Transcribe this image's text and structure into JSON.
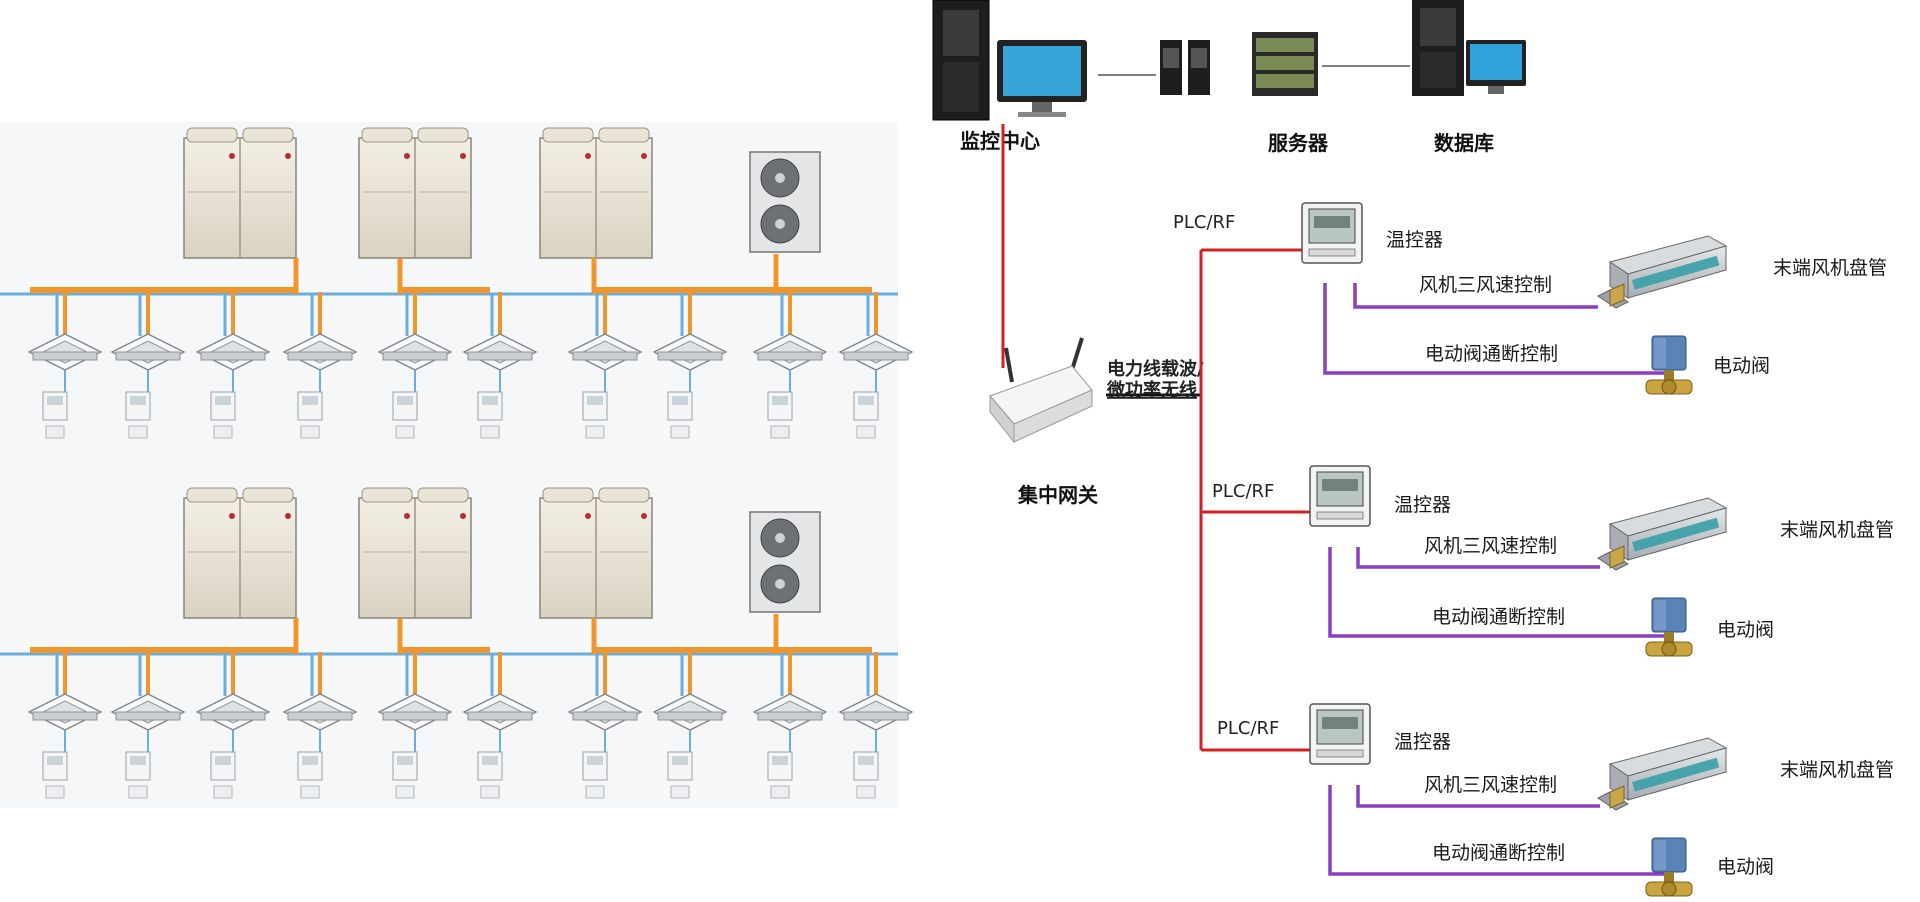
{
  "labels": {
    "monitor_center": "监控中心",
    "server": "服务器",
    "database": "数据库",
    "gateway": "集中网关",
    "link_line1": "电力线载波/",
    "link_line2": "微功率无线"
  },
  "branches": [
    {
      "protocol": "PLC/RF",
      "thermostat": "温控器",
      "fan_speed": "风机三风速控制",
      "coil": "末端风机盘管",
      "valve_ctrl": "电动阀通断控制",
      "valve": "电动阀"
    },
    {
      "protocol": "PLC/RF",
      "thermostat": "温控器",
      "fan_speed": "风机三风速控制",
      "coil": "末端风机盘管",
      "valve_ctrl": "电动阀通断控制",
      "valve": "电动阀"
    },
    {
      "protocol": "PLC/RF",
      "thermostat": "温控器",
      "fan_speed": "风机三风速控制",
      "coil": "末端风机盘管",
      "valve_ctrl": "电动阀通断控制",
      "valve": "电动阀"
    }
  ],
  "colors": {
    "red_line": "#d42020",
    "purple_line": "#8a3fc2",
    "orange_pipe": "#f0962c",
    "blue_pipe": "#6aaee0",
    "panel_bg": "#f6f7f9"
  }
}
